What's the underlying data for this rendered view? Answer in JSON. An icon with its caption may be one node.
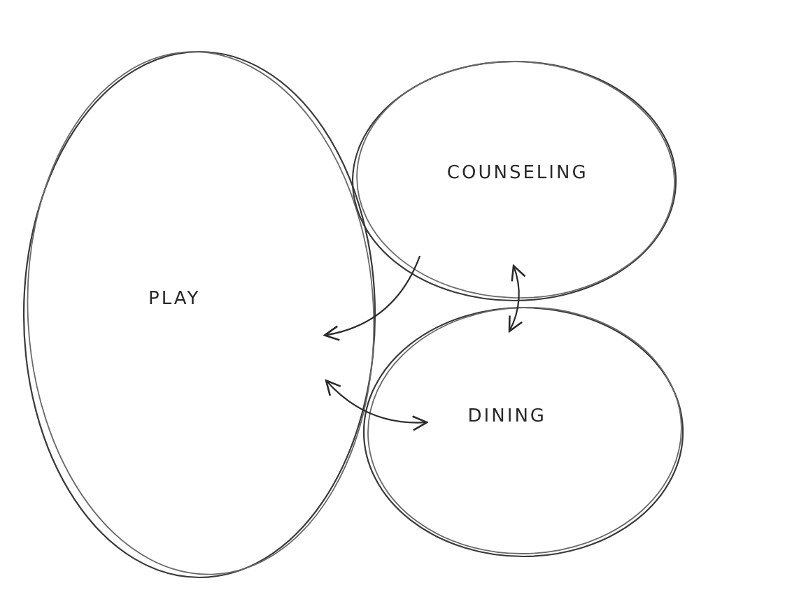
{
  "diagram": {
    "nodes": [
      {
        "text": [
          "PLAY"
        ]
      },
      {
        "text": [
          "COUNSELING"
        ]
      },
      {
        "text": [
          "DINING"
        ]
      }
    ],
    "edges": [
      {
        "from": 1,
        "to": 0,
        "arrow": "to"
      },
      {
        "from": 0,
        "to": 2,
        "arrow": "both"
      },
      {
        "from": 1,
        "to": 2,
        "arrow": "both"
      }
    ]
  }
}
